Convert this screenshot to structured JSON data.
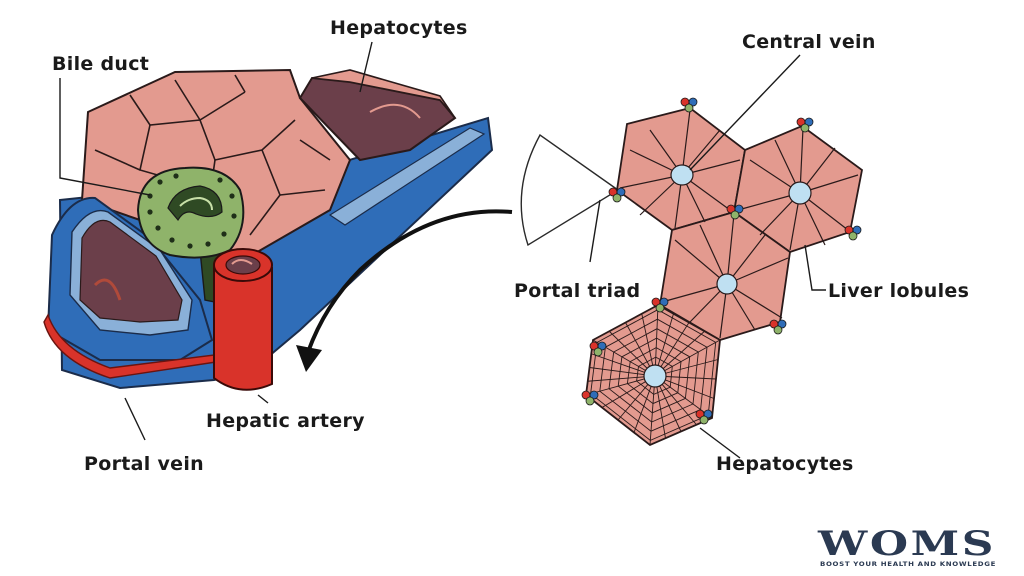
{
  "labels": {
    "bile_duct": "Bile duct",
    "hepatocytes_left": "Hepatocytes",
    "portal_vein": "Portal vein",
    "hepatic_artery": "Hepatic artery",
    "central_vein": "Central vein",
    "portal_triad": "Portal triad",
    "liver_lobules": "Liver lobules",
    "hepatocytes_right": "Hepatocytes"
  },
  "logo": {
    "main": "WOMS",
    "tagline": "BOOST YOUR HEALTH AND KNOWLEDGE"
  },
  "colors": {
    "hepatocyte_pink": "#e39a8f",
    "hepatocyte_dark": "#6b3f4a",
    "portal_vein_blue": "#2f6db8",
    "hepatic_artery_red": "#d9332a",
    "bile_duct_green": "#8fb36a",
    "central_vein_blue": "#bfe0f2"
  }
}
